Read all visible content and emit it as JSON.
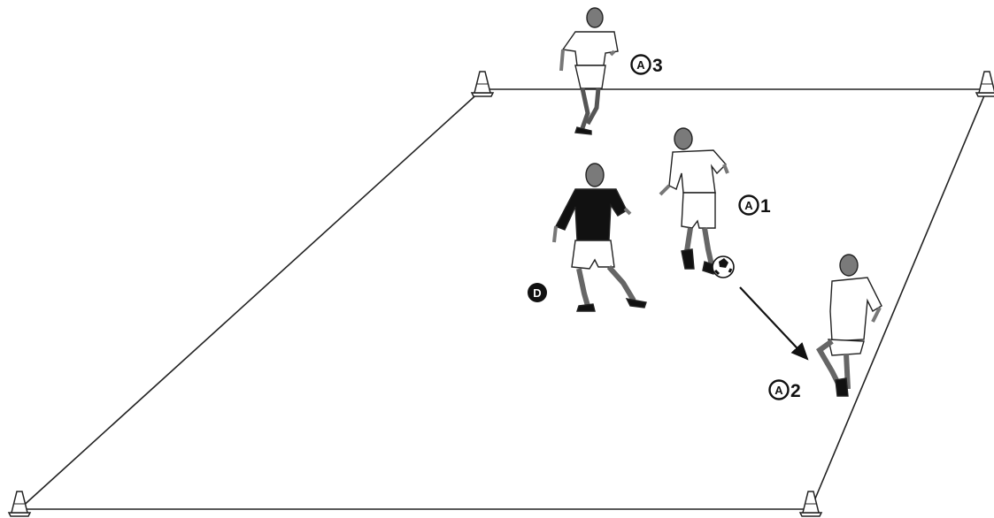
{
  "players": {
    "a1": {
      "team_letter": "A",
      "number": "1"
    },
    "a2": {
      "team_letter": "A",
      "number": "2"
    },
    "a3": {
      "team_letter": "A",
      "number": "3"
    },
    "d": {
      "team_letter": "D"
    }
  },
  "colors": {
    "attacker_shirt": "#ffffff",
    "defender_shirt": "#111111",
    "skin": "#8a8a8a",
    "line": "#222222"
  },
  "icons": {
    "cone": "training-cone",
    "ball": "soccer-ball",
    "pass": "pass-arrow"
  }
}
